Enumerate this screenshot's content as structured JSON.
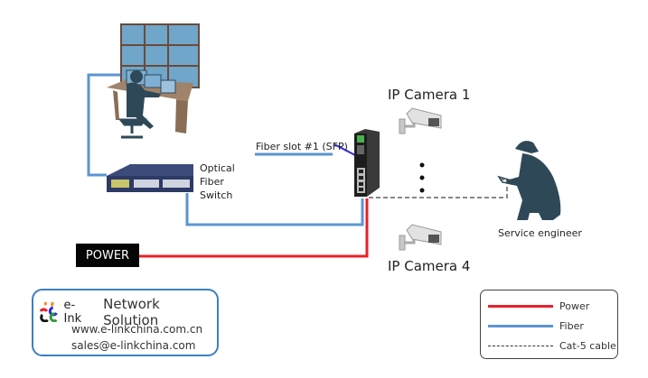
{
  "diagram": {
    "title": "",
    "colors": {
      "power": "#e8202a",
      "fiber": "#5b95d0",
      "cat5": "#777777",
      "sfp_link": "#2a2ad6",
      "silhouette": "#2f4858",
      "brand_border": "#3b7fc4"
    },
    "nodes": {
      "control_room": {
        "icon": "operator-at-video-wall-icon",
        "label": ""
      },
      "optical_switch": {
        "icon": "rack-switch-icon",
        "label_lines": [
          "Optical",
          "Fiber",
          "Switch"
        ]
      },
      "fiber_slot": {
        "label": "Fiber slot #1 (SFP)"
      },
      "industrial_switch": {
        "icon": "din-rail-switch-icon"
      },
      "camera_1": {
        "icon": "cctv-camera-icon",
        "label": "IP Camera 1"
      },
      "camera_4": {
        "icon": "cctv-camera-icon",
        "label": "IP Camera 4"
      },
      "ellipsis": {
        "icon": "vertical-ellipsis-icon"
      },
      "engineer": {
        "icon": "crouching-engineer-icon",
        "label": "Service engineer"
      },
      "power": {
        "label": "POWER"
      }
    },
    "edges": [
      {
        "from": "control_room",
        "to": "optical_switch",
        "type": "Fiber"
      },
      {
        "from": "optical_switch",
        "to": "industrial_switch",
        "type": "Fiber"
      },
      {
        "from": "power",
        "to": "industrial_switch",
        "type": "Power"
      },
      {
        "from": "fiber_slot",
        "to": "industrial_switch",
        "type": "SFP"
      },
      {
        "from": "industrial_switch",
        "to": "engineer",
        "type": "Cat-5 cable"
      }
    ],
    "brand": {
      "logo_icon": "e-link-logo-icon",
      "name": "e-Ink",
      "title": "Network Solution",
      "website": "www.e-linkchina.com.cn",
      "email": "sales@e-linkchina.com"
    },
    "legend": [
      {
        "label": "Power",
        "style": "solid",
        "color": "#e8202a"
      },
      {
        "label": "Fiber",
        "style": "solid",
        "color": "#5b95d0"
      },
      {
        "label": "Cat-5 cable",
        "style": "dashed",
        "color": "#333333"
      }
    ]
  }
}
